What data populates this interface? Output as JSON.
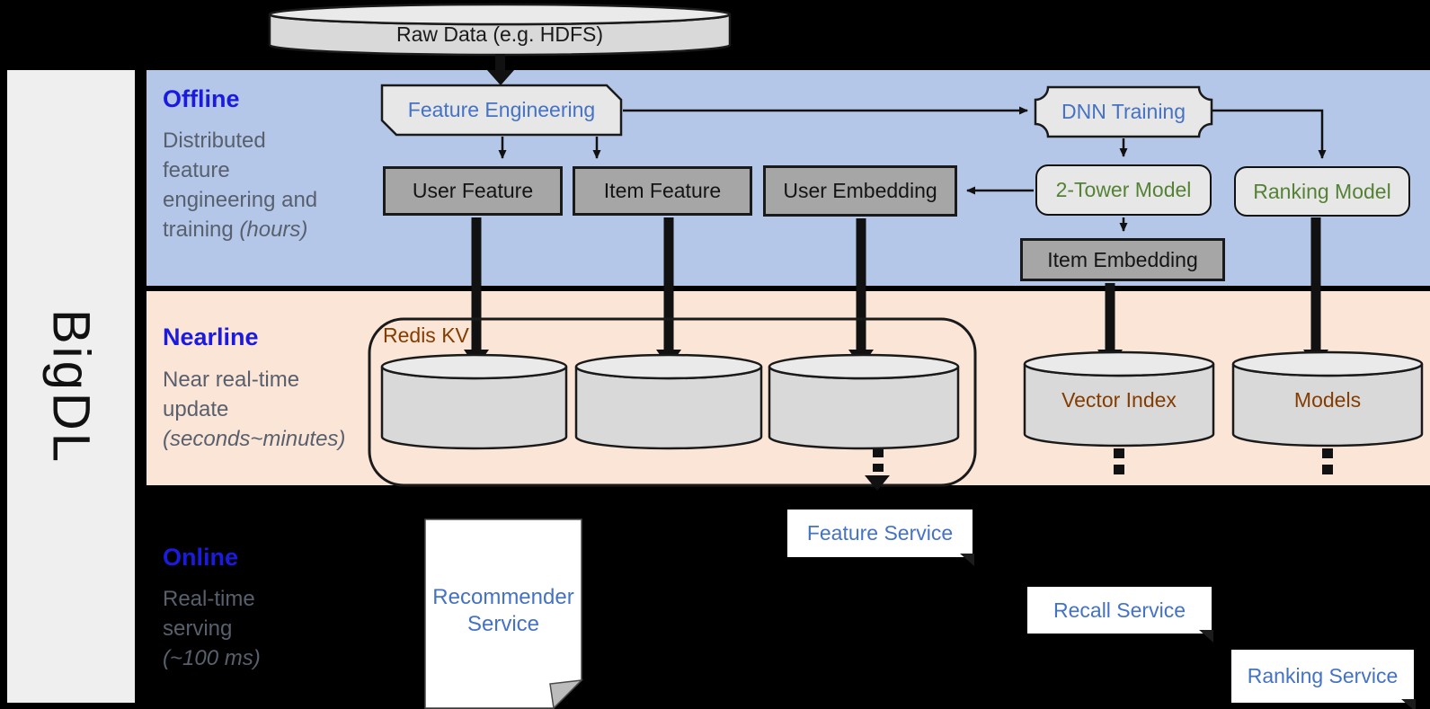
{
  "brand": {
    "label": "BigDL"
  },
  "raw_data": {
    "label": "Raw Data (e.g. HDFS)"
  },
  "bands": {
    "offline": {
      "title": "Offline",
      "desc_line1": "Distributed",
      "desc_line2": "feature",
      "desc_line3": "engineering and",
      "desc_line4": "training ",
      "desc_line4_italic": "(hours)"
    },
    "nearline": {
      "title": "Nearline",
      "desc_line1": "Near real-time",
      "desc_line2": "update",
      "desc_italic": "(seconds~minutes)"
    },
    "online": {
      "title": "Online",
      "desc_line1": "Real-time",
      "desc_line2": "serving",
      "desc_italic": "(~100 ms)"
    }
  },
  "offline_nodes": {
    "feature_engineering": "Feature Engineering",
    "dnn_training": "DNN Training",
    "user_feature": "User Feature",
    "item_feature": "Item Feature",
    "user_embedding": "User Embedding",
    "two_tower_model": "2-Tower Model",
    "ranking_model": "Ranking Model",
    "item_embedding": "Item Embedding"
  },
  "nearline_nodes": {
    "redis_kv": "Redis KV",
    "vector_index": "Vector Index",
    "models": "Models"
  },
  "online_nodes": {
    "recommender_service": "Recommender Service",
    "feature_service": "Feature Service",
    "recall_service": "Recall Service",
    "ranking_service": "Ranking Service"
  },
  "colors": {
    "offline_band": "#b5c7e8",
    "nearline_band": "#fbe5d6",
    "online_background": "#000000",
    "band_title_blue": "#1b1be0",
    "desc_gray": "#58606e",
    "node_text_blue": "#4472c4",
    "node_text_green": "#548235",
    "node_text_brown": "#843c00",
    "gray_box": "#a6a6a6",
    "light_box": "#e8e7e7",
    "cylinder_fill": "#d9d9d9"
  }
}
